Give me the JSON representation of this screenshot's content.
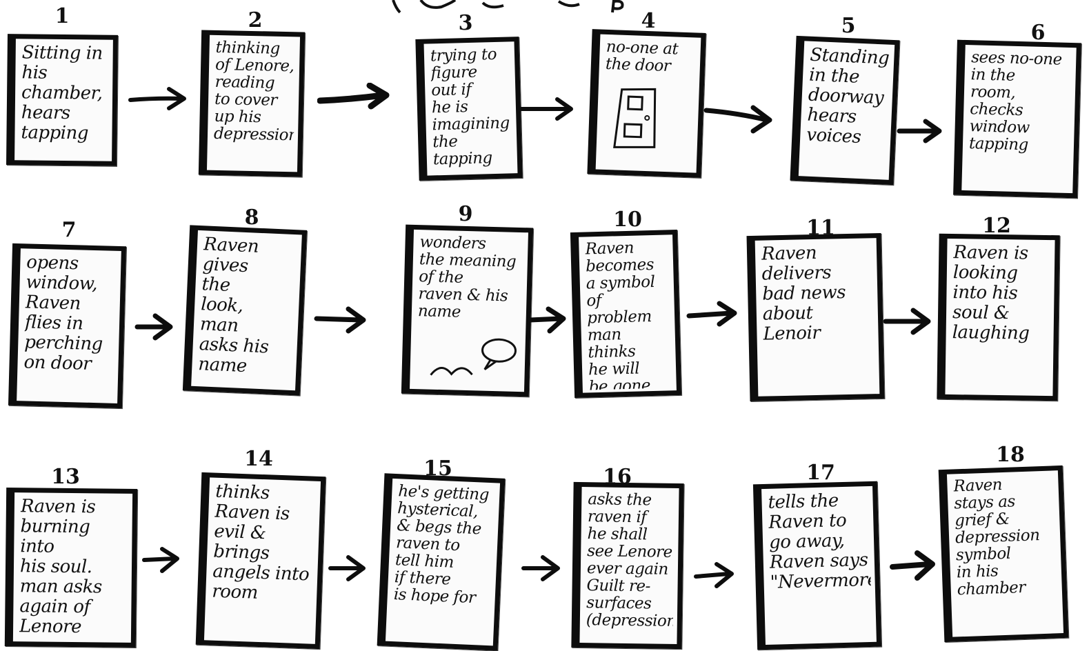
{
  "title": "",
  "panels": [
    {
      "number": "1",
      "text": "Sitting in\nhis chamber,\nhears\ntapping"
    },
    {
      "number": "2",
      "text": "thinking\nof Lenore,\nreading\nto cover\nup his\ndepression"
    },
    {
      "number": "3",
      "text": "trying to\nfigure\nout if\nhe is\nimagining\nthe\ntapping"
    },
    {
      "number": "4",
      "text": "no-one at\nthe door"
    },
    {
      "number": "5",
      "text": "Standing\nin the\ndoorway\nhears\nvoices"
    },
    {
      "number": "6",
      "text": "sees no-one\nin the\nroom,\nchecks\nwindow\ntapping"
    },
    {
      "number": "7",
      "text": "opens\nwindow,\nRaven\nflies in\nperching\non door"
    },
    {
      "number": "8",
      "text": "Raven\ngives\nthe\nlook,\nman\nasks his\nname"
    },
    {
      "number": "9",
      "text": "wonders\nthe meaning\nof the\nraven & his\nname"
    },
    {
      "number": "10",
      "text": "Raven\nbecomes\na symbol\nof problem\nman thinks\nhe will\nbe gone"
    },
    {
      "number": "11",
      "text": "Raven\ndelivers\nbad news\nabout\nLenoir"
    },
    {
      "number": "12",
      "text": "Raven is\nlooking\ninto his\nsoul &\nlaughing"
    },
    {
      "number": "13",
      "text": "Raven is\nburning into\nhis soul.\nman asks\nagain of\nLenore"
    },
    {
      "number": "14",
      "text": "thinks\nRaven is\nevil &\nbrings\nangels into\nroom"
    },
    {
      "number": "15",
      "text": "he's getting\nhysterical,\n& begs the\nraven to\ntell him\nif there\nis hope for"
    },
    {
      "number": "16",
      "text": "asks the\nraven if\nhe shall\nsee Lenore\never again\nGuilt re-\nsurfaces\n(depression)"
    },
    {
      "number": "17",
      "text": "tells the\nRaven to\ngo away,\nRaven says\n\"Nevermore\""
    },
    {
      "number": "18",
      "text": "Raven\nstays as\ngrief &\ndepression\nsymbol\nin his\nchamber"
    }
  ],
  "colors": {
    "ink": "#0d0d0d",
    "paper": "#ffffff"
  }
}
